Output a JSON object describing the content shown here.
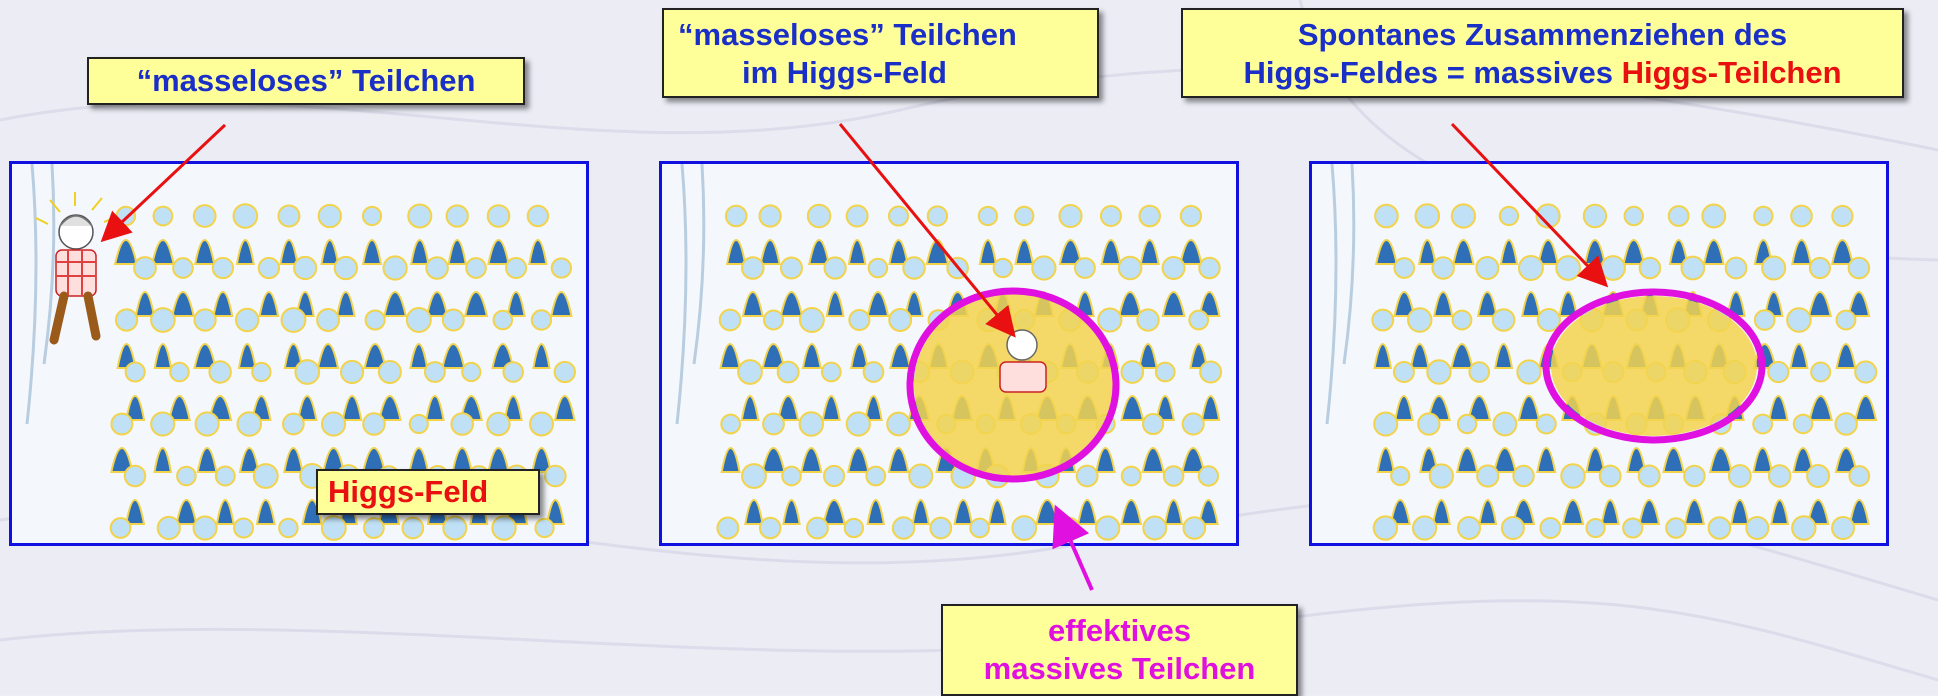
{
  "label_massless": "“masseloses” Teilchen",
  "label_in_field_line1": "“masseloses” Teilchen",
  "label_in_field_line2": "im Higgs-Feld",
  "label_spontaneous_line1": "Spontanes Zusammenziehen des",
  "label_spontaneous_line2_prefix": "Higgs-Feldes = massives ",
  "label_spontaneous_line2_highlight": "Higgs-Teilchen",
  "label_higgs_field": "Higgs-Feld",
  "label_effective_line1": "effektives",
  "label_effective_line2": "massives Teilchen",
  "colors": {
    "text_blue": "#1a2fc8",
    "highlight_red": "#e81010",
    "magenta": "#e010e0",
    "box_fill": "#ffff99",
    "panel_border": "#1010e0",
    "crowd_blue": "#2f6fb7",
    "crowd_yellow": "#f2d34a"
  }
}
